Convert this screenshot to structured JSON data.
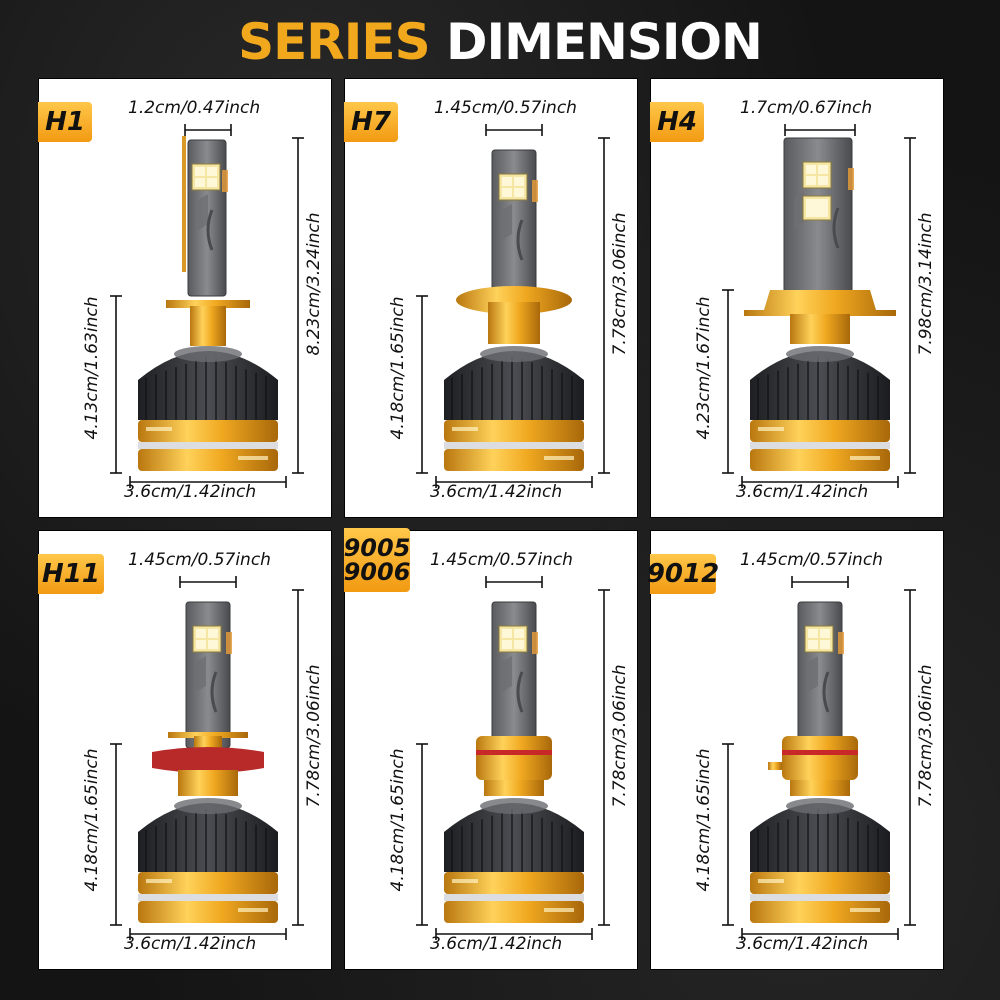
{
  "title": {
    "word1": "SERIES",
    "word2": "DIMENSION"
  },
  "colors": {
    "accent": "#f2a81d",
    "gold": "#e3a51f",
    "dark_metal": "#3c3d40",
    "panel_bg": "#ffffff"
  },
  "panels": [
    {
      "type": "H1",
      "type_line2": "",
      "top_width": "1.2cm/0.47inch",
      "total_height": "8.23cm/3.24inch",
      "base_height": "4.13cm/1.63inch",
      "base_width": "3.6cm/1.42inch"
    },
    {
      "type": "H7",
      "type_line2": "",
      "top_width": "1.45cm/0.57inch",
      "total_height": "7.78cm/3.06inch",
      "base_height": "4.18cm/1.65inch",
      "base_width": "3.6cm/1.42inch"
    },
    {
      "type": "H4",
      "type_line2": "",
      "top_width": "1.7cm/0.67inch",
      "total_height": "7.98cm/3.14inch",
      "base_height": "4.23cm/1.67inch",
      "base_width": "3.6cm/1.42inch"
    },
    {
      "type": "H11",
      "type_line2": "",
      "top_width": "1.45cm/0.57inch",
      "total_height": "7.78cm/3.06inch",
      "base_height": "4.18cm/1.65inch",
      "base_width": "3.6cm/1.42inch"
    },
    {
      "type": "9005",
      "type_line2": "9006",
      "top_width": "1.45cm/0.57inch",
      "total_height": "7.78cm/3.06inch",
      "base_height": "4.18cm/1.65inch",
      "base_width": "3.6cm/1.42inch"
    },
    {
      "type": "9012",
      "type_line2": "",
      "top_width": "1.45cm/0.57inch",
      "total_height": "7.78cm/3.06inch",
      "base_height": "4.18cm/1.65inch",
      "base_width": "3.6cm/1.42inch"
    }
  ]
}
